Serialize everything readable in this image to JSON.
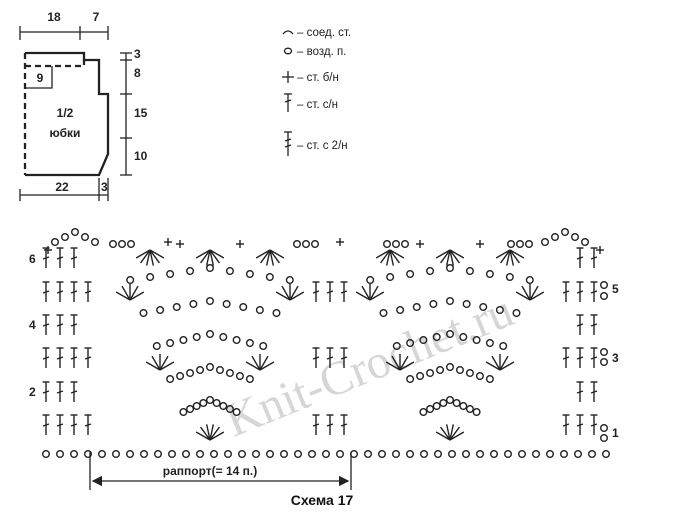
{
  "schematic": {
    "dim_top_left": "18",
    "dim_top_right": "7",
    "dim_right_1": "3",
    "dim_right_2": "8",
    "dim_right_3": "15",
    "dim_right_4": "10",
    "dim_inner": "9",
    "label_line1": "1/2",
    "label_line2": "юбки",
    "dim_bottom_left": "22",
    "dim_bottom_right": "3"
  },
  "legend": [
    {
      "symbol": "slip-stitch-symbol",
      "label": "– соед. ст."
    },
    {
      "symbol": "chain-stitch-symbol",
      "label": "– возд. п."
    },
    {
      "symbol": "single-crochet-symbol",
      "label": "– ст. б/н"
    },
    {
      "symbol": "double-crochet-symbol",
      "label": "– ст. с/н"
    },
    {
      "symbol": "treble-crochet-symbol",
      "label": "– ст. с 2/н"
    }
  ],
  "chart": {
    "row_numbers_left": [
      "6",
      "4",
      "2"
    ],
    "row_numbers_right": [
      "5",
      "3",
      "1"
    ],
    "repeat_label": "раппорт(= 14 п.)",
    "title": "Схема 17",
    "watermark": "Knit-Crochet.ru"
  }
}
